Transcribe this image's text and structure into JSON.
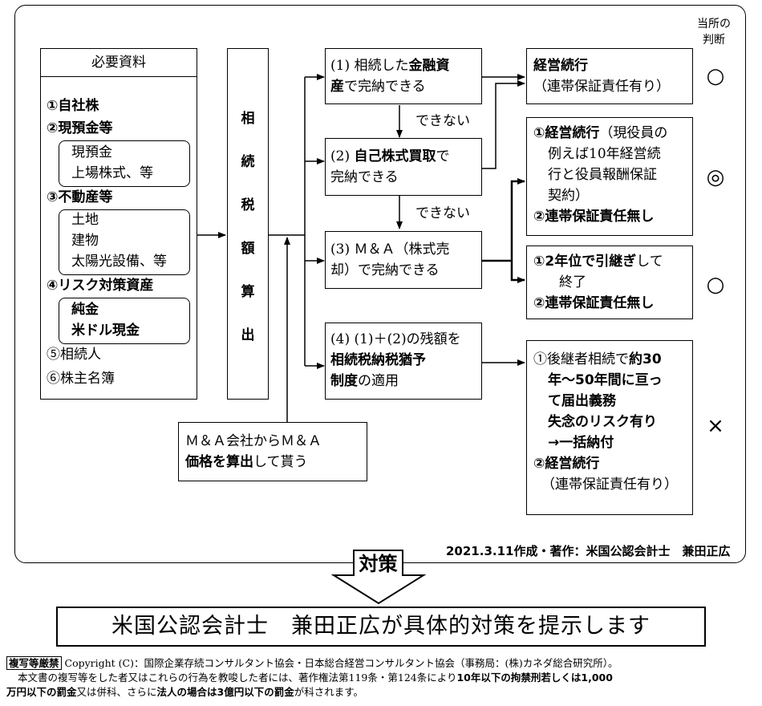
{
  "judgement_header": [
    "当所の",
    "判断"
  ],
  "materials": {
    "title": "必要資料",
    "items": [
      {
        "text": "①自社株",
        "bold": true
      },
      {
        "text": "②現預金等",
        "bold": true
      },
      {
        "text": "現預金",
        "bold": false
      },
      {
        "text": "上場株式、等",
        "bold": false
      },
      {
        "text": "③不動産等",
        "bold": true
      },
      {
        "text": "土地",
        "bold": false
      },
      {
        "text": "建物",
        "bold": false
      },
      {
        "text": "太陽光設備、等",
        "bold": false
      },
      {
        "text": "④リスク対策資産",
        "bold": true
      },
      {
        "text": "純金",
        "bold": true
      },
      {
        "text": "米ドル現金",
        "bold": true
      },
      {
        "text": "⑤相続人",
        "bold": false
      },
      {
        "text": "⑥株主名簿",
        "bold": false
      }
    ]
  },
  "tax_calc": {
    "label": "相続税額算出",
    "chars": [
      "相",
      "続",
      "税",
      "額",
      "算",
      "出"
    ]
  },
  "options": {
    "opt1": {
      "prefix": "(1) 相続した",
      "bold": "金融資",
      "line2_bold": "産",
      "line2": "で完納できる"
    },
    "opt2": {
      "line1_prefix": "(2) ",
      "line1_bold": "自己株式買取",
      "line1_suffix": "で",
      "line2": "完納できる"
    },
    "opt3": {
      "line1": "(3) Ｍ＆Ａ（株式売",
      "line2": "却）で完納できる"
    },
    "opt4": {
      "line1": "(4) (1)＋(2)の残額を",
      "line2_bold": "相続税納税猶予",
      "line3_bold": "制度",
      "line3": "の適用"
    }
  },
  "cannot_label_1": "できない",
  "cannot_label_2": "できない",
  "ma_company": {
    "line1": "Ｍ＆Ａ会社からＭ＆Ａ",
    "line2_bold": "価格を算出",
    "line2": "して貰う"
  },
  "results": {
    "r1": {
      "line1": "経営続行",
      "line2": "（連帯保証責任有り）"
    },
    "r2": {
      "line1_bold": "①経営続行",
      "line1": "（現役員の",
      "line2": "例えば10年経営続",
      "line3": "行と役員報酬保証",
      "line4": "契約）",
      "line5": "②連帯保証責任無し"
    },
    "r3": {
      "line1_bold": "①2年位で引継ぎ",
      "line1": "して",
      "line2": "終了",
      "line3": "②連帯保証責任無し"
    },
    "r4": {
      "line1_prefix": "①後継者相続で",
      "line1_bold": "約30",
      "line2": "年～50年間に亘っ",
      "line3": "て届出義務",
      "line4": "失念のリスク有り",
      "line5": "→一括納付",
      "line6": "②経営続行",
      "line7": "（連帯保証責任有り）"
    }
  },
  "marks": {
    "r1": "○",
    "r2": "◎",
    "r3": "○",
    "r4": "×"
  },
  "author_note": "2021.3.11作成・著作：米国公認会計士　兼田正広",
  "arrow_label": "対策",
  "banner": "米国公認会計士　兼田正広が具体的対策を提示します",
  "copyright": {
    "badge": "複写等厳禁",
    "line1": "Copyright (C)：国際企業存続コンサルタント協会・日本総合経営コンサルタント協会（事務局：(株)カネダ総合研究所）。",
    "line2_a": "本文書の複写等をした者又はこれらの行為を教唆した者には、著作権法第119条・第124条により",
    "line2_b": "10年以下の拘禁刑若しくは1,000",
    "line3_a": "万円以下の罰金",
    "line3_b": "又は併科、さらに",
    "line3_c": "法人の場合は3億円以下の罰金",
    "line3_d": "が科されます。"
  }
}
